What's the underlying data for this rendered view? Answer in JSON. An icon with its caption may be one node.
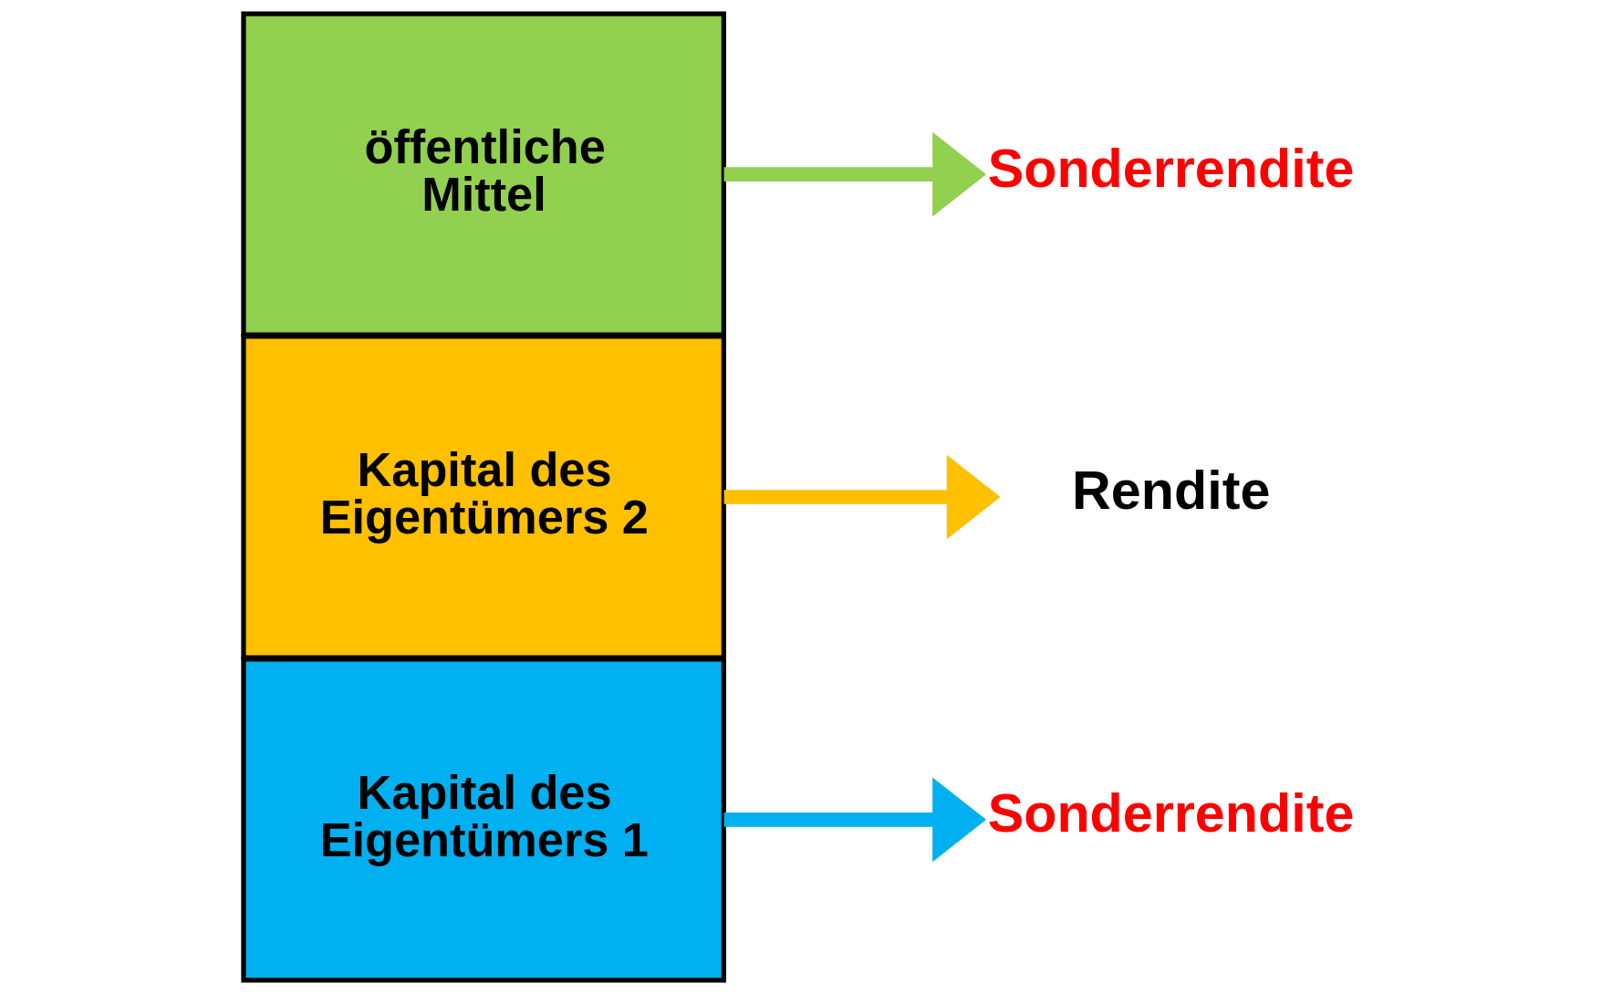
{
  "diagram": {
    "nodes": [
      {
        "text": [
          "öffentliche Mittel"
        ]
      },
      {
        "text": [
          "Kapital des Eigentümers 2"
        ]
      },
      {
        "text": [
          "Kapital des Eigentümers 1"
        ]
      },
      {
        "text": [
          "Sonderrendite"
        ]
      },
      {
        "text": [
          "Rendite"
        ]
      },
      {
        "text": [
          "Sonderrendite"
        ]
      }
    ],
    "edges": [
      {
        "from": 0,
        "to": 3,
        "arrow": "to",
        "color": "#92d050"
      },
      {
        "from": 1,
        "to": 4,
        "arrow": "to",
        "color": "#ffc000"
      },
      {
        "from": 2,
        "to": 5,
        "arrow": "to",
        "color": "#00b0f0"
      }
    ]
  }
}
